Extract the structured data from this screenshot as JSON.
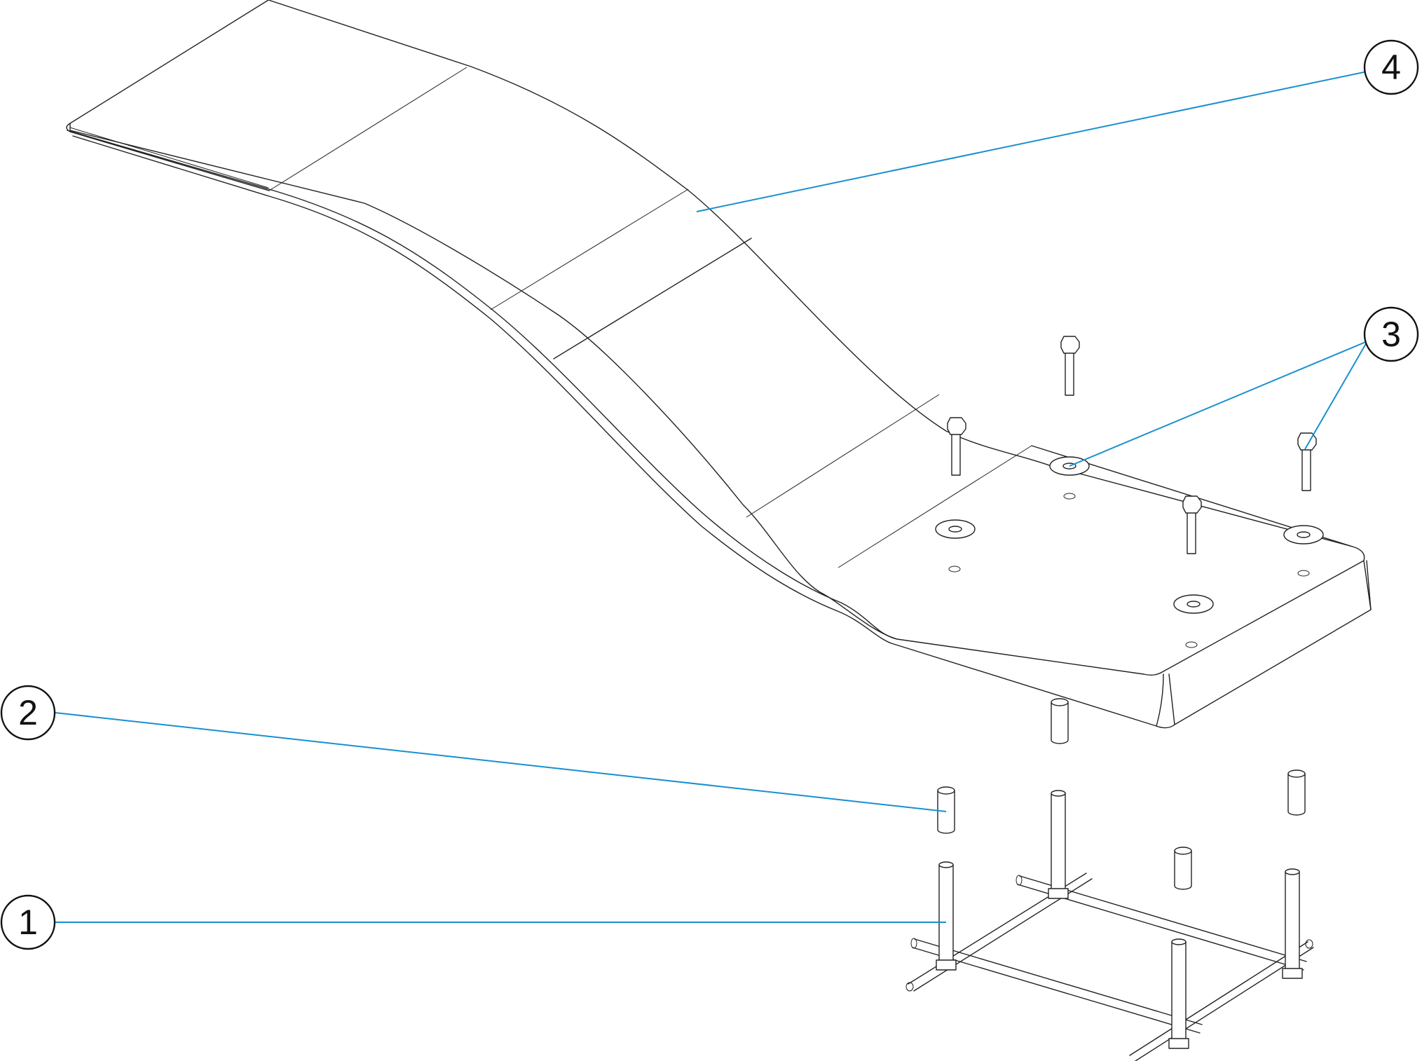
{
  "callouts": [
    {
      "id": "1",
      "label": "1"
    },
    {
      "id": "2",
      "label": "2"
    },
    {
      "id": "3",
      "label": "3"
    },
    {
      "id": "4",
      "label": "4"
    }
  ],
  "colors": {
    "leader": "#1a8fd0",
    "outline": "#222222"
  }
}
